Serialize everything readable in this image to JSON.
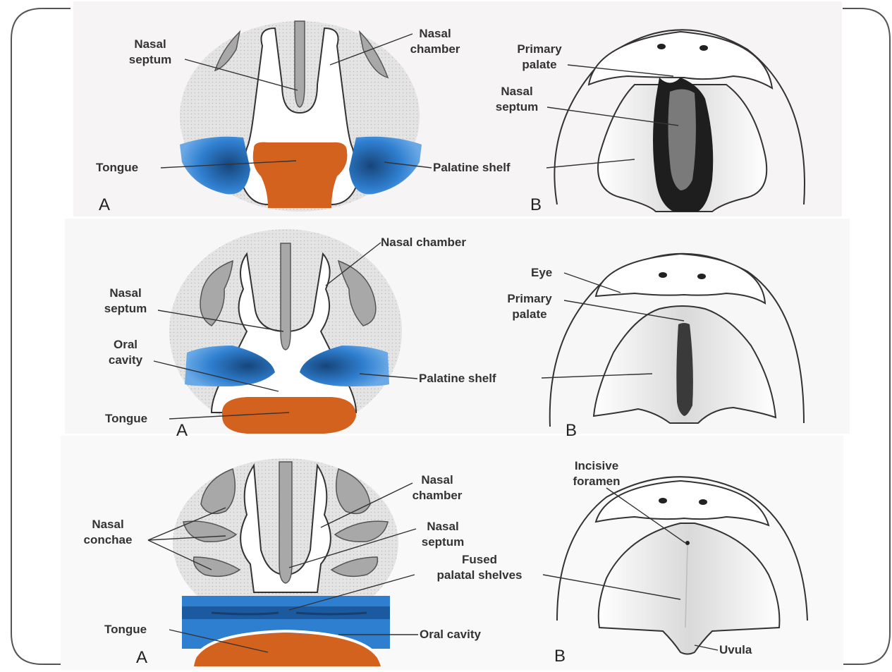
{
  "colors": {
    "mesenchyme": "#dcdcdc",
    "septum": "#a8a8a8",
    "tongue": "#d4621f",
    "palatine_shelf": "#2f7fd0",
    "palatine_shelf_dark": "#17457a",
    "cavity_dark": "#1e1e1e",
    "outline": "#333333"
  },
  "row1": {
    "panel_a": {
      "letter": "A",
      "nasal_septum": [
        "Nasal",
        "septum"
      ],
      "nasal_chamber": [
        "Nasal",
        "chamber"
      ],
      "tongue": "Tongue",
      "palatine_shelf": "Palatine shelf"
    },
    "panel_b": {
      "letter": "B",
      "primary_palate": [
        "Primary",
        "palate"
      ],
      "nasal_septum": [
        "Nasal",
        "septum"
      ]
    }
  },
  "row2": {
    "panel_a": {
      "letter": "A",
      "nasal_chamber": "Nasal chamber",
      "nasal_septum": [
        "Nasal",
        "septum"
      ],
      "oral_cavity": [
        "Oral",
        "cavity"
      ],
      "tongue": "Tongue",
      "palatine_shelf": "Palatine shelf"
    },
    "panel_b": {
      "letter": "B",
      "eye": "Eye",
      "primary_palate": [
        "Primary",
        "palate"
      ]
    }
  },
  "row3": {
    "panel_a": {
      "letter": "A",
      "nasal_conchae": [
        "Nasal",
        "conchae"
      ],
      "nasal_chamber": [
        "Nasal",
        "chamber"
      ],
      "nasal_septum": [
        "Nasal",
        "septum"
      ],
      "fused_palatal_shelves": [
        "Fused",
        "palatal shelves"
      ],
      "tongue": "Tongue",
      "oral_cavity": "Oral cavity"
    },
    "panel_b": {
      "letter": "B",
      "incisive_foramen": [
        "Incisive",
        "foramen"
      ],
      "uvula": "Uvula"
    }
  }
}
